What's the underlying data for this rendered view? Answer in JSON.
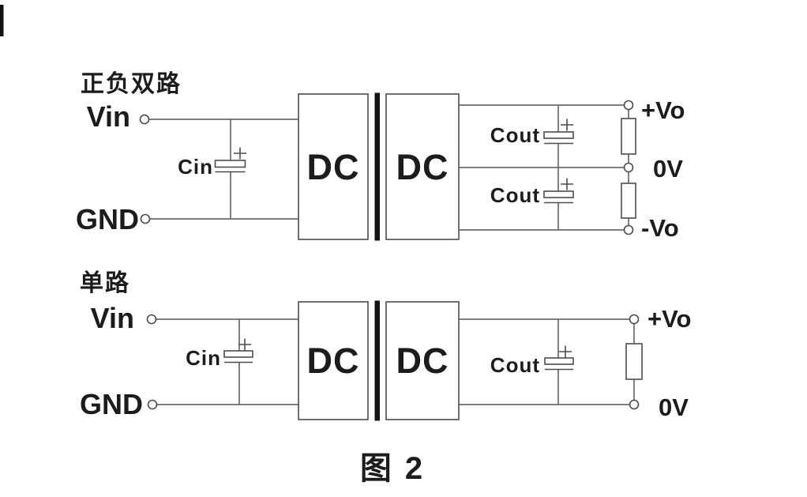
{
  "page": {
    "caption": "图 2",
    "background": "#ffffff"
  },
  "colors": {
    "wire": "#6b6b6b",
    "component_stroke": "#4d4d4d",
    "text": "#1c1c1c",
    "isolation_bar": "#121212",
    "artifact": "#111111"
  },
  "dual_circuit": {
    "title": "正负双路",
    "input_labels": {
      "vin": "Vin",
      "gnd": "GND"
    },
    "input_capacitor": "Cin",
    "converter_primary": "DC",
    "converter_secondary": "DC",
    "output_capacitor_top": "Cout",
    "output_capacitor_bottom": "Cout",
    "output_labels": {
      "positive": "+Vo",
      "common": "0V",
      "negative": "-Vo"
    },
    "polarity_mark": "+"
  },
  "single_circuit": {
    "title": "单路",
    "input_labels": {
      "vin": "Vin",
      "gnd": "GND"
    },
    "input_capacitor": "Cin",
    "converter_primary": "DC",
    "converter_secondary": "DC",
    "output_capacitor": "Cout",
    "output_labels": {
      "positive": "+Vo",
      "common": "0V"
    },
    "polarity_mark": "+"
  }
}
